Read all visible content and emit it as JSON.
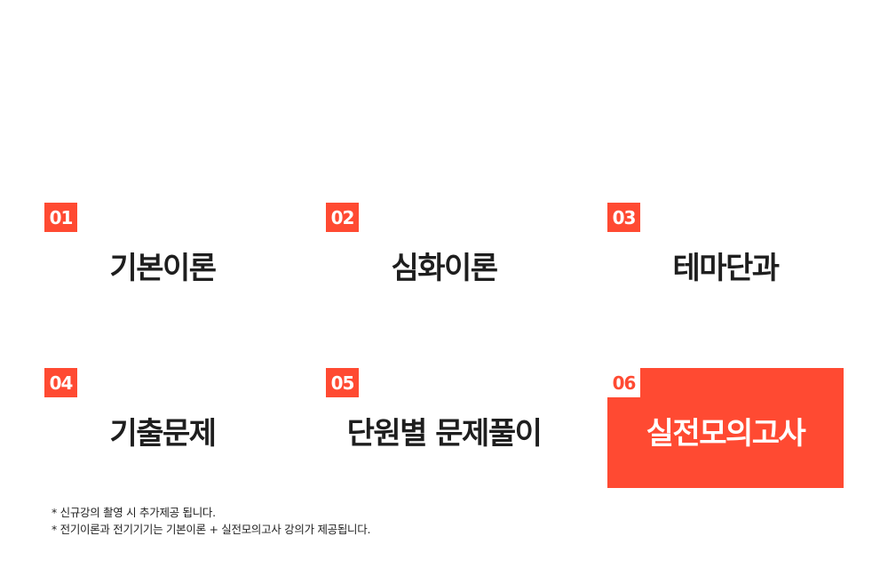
{
  "courses": [
    {
      "num": "01",
      "title": "기본이론"
    },
    {
      "num": "02",
      "title": "심화이론"
    },
    {
      "num": "03",
      "title": "테마단과"
    },
    {
      "num": "04",
      "title": "기출문제"
    },
    {
      "num": "05",
      "title": "단원별 문제풀이"
    },
    {
      "num": "06",
      "title": "실전모의고사"
    }
  ],
  "active_course": "06",
  "notes": [
    "* 신규강의 촬영 시 추가제공 됩니다.",
    "* 전기이론과 전기기기는 기본이론 + 실전모의고사 강의가 제공됩니다."
  ],
  "colors": {
    "accent": "#ff4a32",
    "text": "#1e1e1e",
    "background": "#ffffff"
  }
}
